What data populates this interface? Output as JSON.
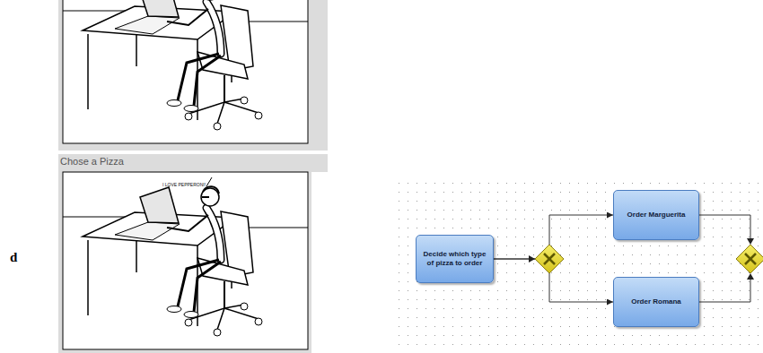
{
  "diagram": {
    "nodes": [
      {
        "text": [
          "Chose a Pizza",
          "I LOVE PEPPERONI!"
        ]
      },
      {
        "text": [
          "Decide which type of pizza to order"
        ]
      },
      {
        "text": [
          "Order Marguerita"
        ]
      },
      {
        "text": [
          "Order Romana"
        ]
      }
    ],
    "edges": [
      {
        "from": 1,
        "to": 2,
        "arrow": "to"
      },
      {
        "from": 1,
        "to": 3,
        "arrow": "to"
      }
    ],
    "labels": [
      "d"
    ]
  }
}
